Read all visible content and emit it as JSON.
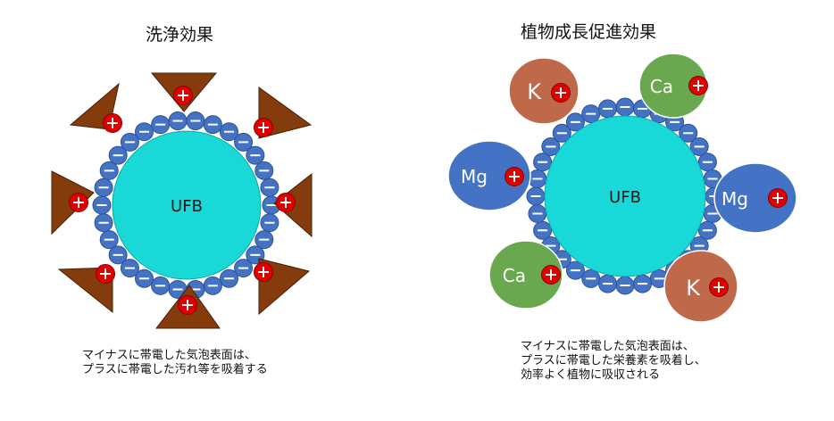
{
  "left": {
    "title": "洗浄効果",
    "center_label": "UFB",
    "caption_lines": [
      "マイナスに帯電した気泡表面は、",
      "プラスに帯電した汚れ等を吸着する"
    ]
  },
  "right": {
    "title": "植物成長促進効果",
    "center_label": "UFB",
    "caption_lines": [
      "マイナスに帯電した気泡表面は、",
      "プラスに帯電した栄養素を吸着し、",
      "効率よく植物に吸収される"
    ],
    "nutrients": [
      "K",
      "Ca",
      "Mg",
      "Mg",
      "Ca",
      "K"
    ]
  },
  "colors": {
    "ufb_fill": "#19d8d8",
    "bubble_fill": "#4472c4",
    "dirt_fill": "#843c0c",
    "charge_fill": "#e00000",
    "nutrient_K": "#c0694a",
    "nutrient_Ca": "#6aa84f",
    "nutrient_Mg": "#4472c4"
  }
}
